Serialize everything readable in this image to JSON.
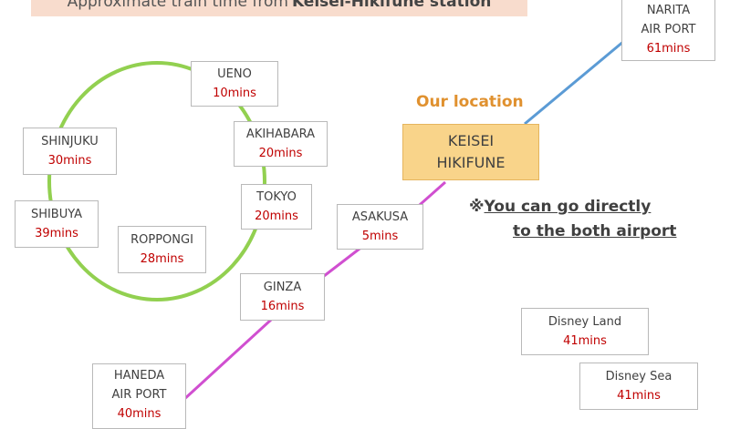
{
  "banner": {
    "prefix": "Approximate train time from",
    "station": "Keisei-Hikifune station"
  },
  "our_location": "Our location",
  "center_station": {
    "line1": "KEISEI",
    "line2": "HIKIFUNE"
  },
  "note": {
    "mark": "※",
    "line1": "You can go directly",
    "line2": "to the both airport"
  },
  "stations": {
    "narita": {
      "line1": "NARITA",
      "line2": "AIR PORT",
      "time": "61mins"
    },
    "ueno": {
      "name": "UENO",
      "time": "10mins"
    },
    "akihabara": {
      "name": "AKIHABARA",
      "time": "20mins"
    },
    "tokyo": {
      "name": "TOKYO",
      "time": "20mins"
    },
    "shinjuku": {
      "name": "SHINJUKU",
      "time": "30mins"
    },
    "shibuya": {
      "name": "SHIBUYA",
      "time": "39mins"
    },
    "roppongi": {
      "name": "ROPPONGI",
      "time": "28mins"
    },
    "asakusa": {
      "name": "ASAKUSA",
      "time": "5mins"
    },
    "ginza": {
      "name": "GINZA",
      "time": "16mins"
    },
    "haneda": {
      "line1": "HANEDA",
      "line2": "AIR PORT",
      "time": "40mins"
    },
    "disney_land": {
      "name": "Disney Land",
      "time": "41mins"
    },
    "disney_sea": {
      "name": "Disney Sea",
      "time": "41mins"
    }
  },
  "colors": {
    "loop_line": "#92d050",
    "narita_line": "#5b9bd5",
    "haneda_line": "#d04fd0",
    "time_text": "#c00000",
    "highlight_box": "#f9d48a"
  }
}
